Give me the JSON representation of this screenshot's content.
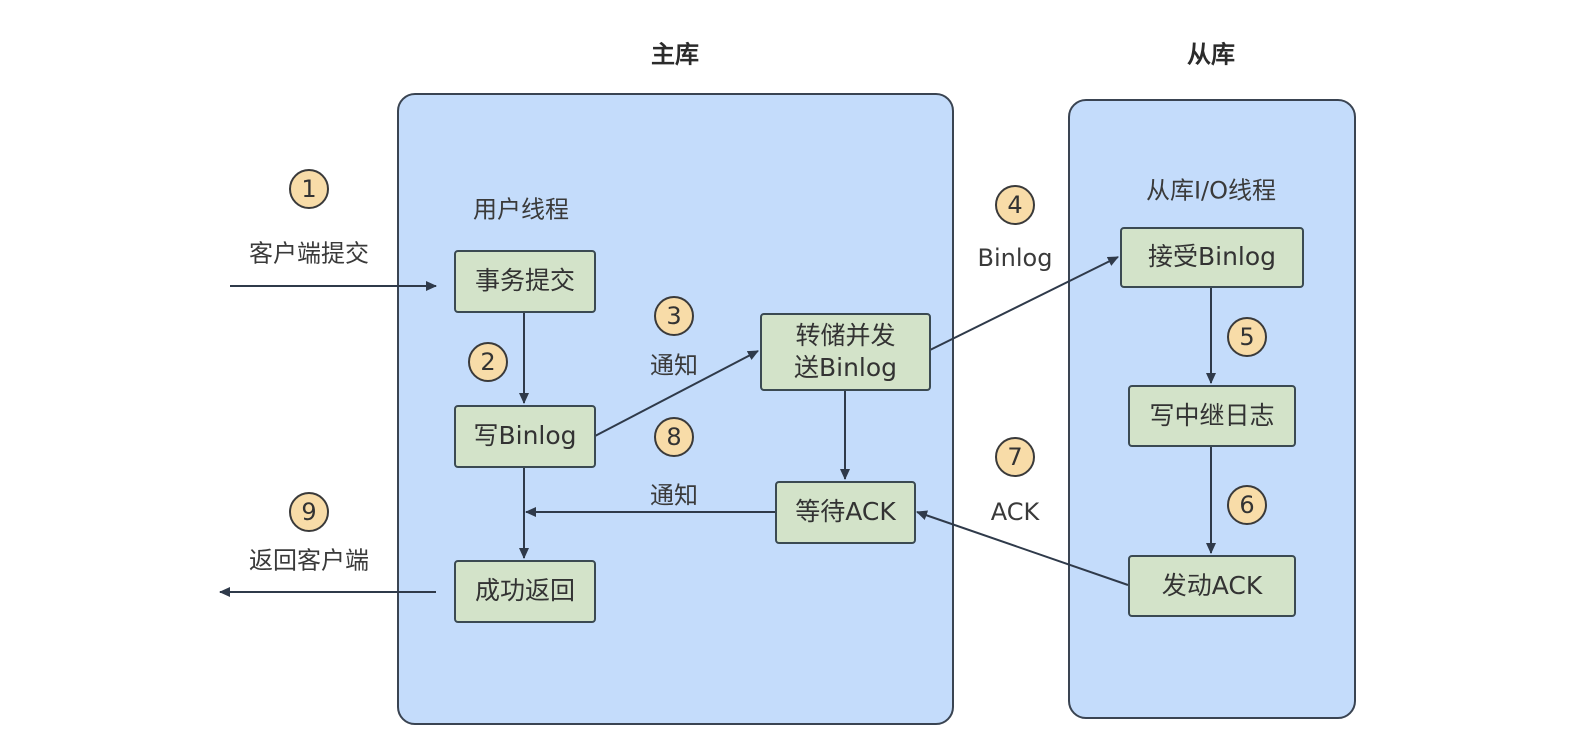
{
  "titles": {
    "master": "主库",
    "slave": "从库"
  },
  "sections": {
    "user_thread": "用户线程",
    "slave_io_thread": "从库I/O线程"
  },
  "nodes": {
    "txn_commit": "事务提交",
    "write_binlog": "写Binlog",
    "success_return": "成功返回",
    "dump_send_binlog": "转储并发送Binlog",
    "wait_ack": "等待ACK",
    "receive_binlog": "接受Binlog",
    "write_relay_log": "写中继日志",
    "send_ack": "发动ACK"
  },
  "edge_labels": {
    "client_commit": "客户端提交",
    "notify_3": "通知",
    "notify_8": "通知",
    "binlog": "Binlog",
    "ack": "ACK",
    "return_client": "返回客户端"
  },
  "steps": [
    "1",
    "2",
    "3",
    "4",
    "5",
    "6",
    "7",
    "8",
    "9"
  ],
  "colors": {
    "container_fill": "#c4dcfb",
    "node_fill": "#d3e3c9",
    "badge_fill": "#f8dca8",
    "stroke": "#2f3a4a"
  }
}
